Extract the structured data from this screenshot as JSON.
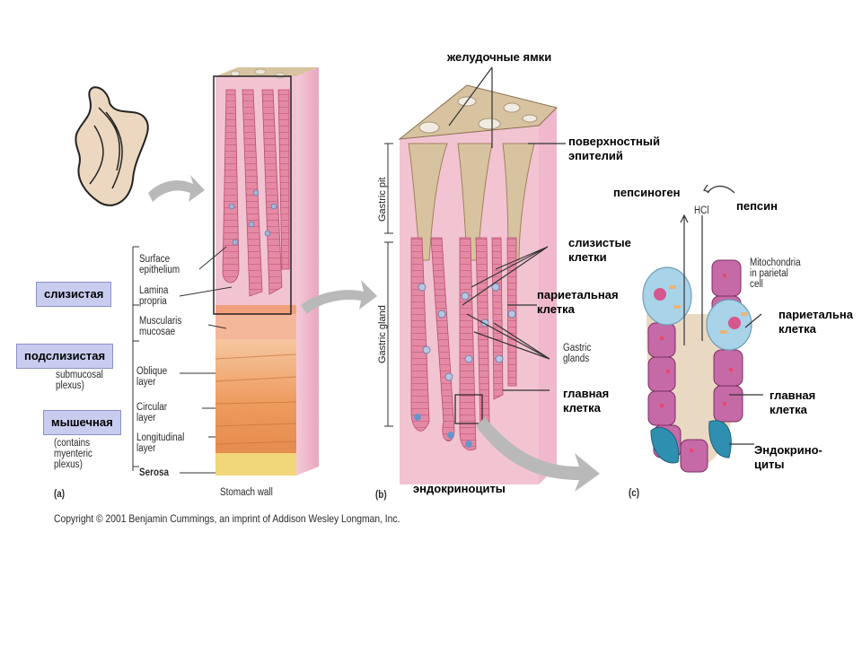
{
  "panel_a": {
    "tag": "(a)",
    "caption": "Stomach wall",
    "labels": {
      "surface_epithelium": "Surface\nepithelium",
      "lamina_propria": "Lamina\npropria",
      "muscularis_mucosae": "Muscularis\nmucosae",
      "submucosal_plexus": "submucosal\nplexus)",
      "oblique_layer": "Oblique\nlayer",
      "circular_layer": "Circular\nlayer",
      "longitudinal_layer": "Longitudinal\nlayer",
      "myenteric_plexus": "(contains\nmyenteric\nplexus)",
      "serosa": "Serosa"
    },
    "boxes": {
      "mucosa": "слизистая",
      "submucosa": "подслизистая",
      "muscularis": "мышечная"
    }
  },
  "panel_b": {
    "tag": "(b)",
    "labels": {
      "gastric_pits_ru": "желудочные ямки",
      "surface_epithelium_ru": "поверхностный\nэпителий",
      "mucous_cells_ru": "слизистые\nклетки",
      "parietal_cell_ru": "париетальная\nклетка",
      "gastric_glands_en": "Gastric\nglands",
      "chief_cell_ru": "главная\nклетка",
      "endocrinocytes_ru": "эндокриноциты",
      "gastric_pit_en": "Gastric pit",
      "gastric_gland_en": "Gastric gland"
    }
  },
  "panel_c": {
    "tag": "(c)",
    "labels": {
      "pepsinogen": "пепсиноген",
      "pepsin": "пепсин",
      "hcl": "HCl",
      "mitochondria": "Mitochondria\nin parietal\ncell",
      "parietal_cell_ru": "париетальна\nклетка",
      "chief_cell_ru": "главная\nклетка",
      "endocrinocytes_ru": "Эндокрино-\nциты"
    }
  },
  "copyright": "Copyright © 2001 Benjamin Cummings, an imprint of Addison Wesley Longman, Inc.",
  "colors": {
    "pink_tissue": "#f2c4d2",
    "tan_lumen": "#d8c3a0",
    "cell_pink": "#e07a98",
    "muscle_orange": "#ec9a5c",
    "purple_cell": "#c25fa0",
    "teal_cell": "#2f8fb0",
    "label_box": "#c8cdf0"
  }
}
